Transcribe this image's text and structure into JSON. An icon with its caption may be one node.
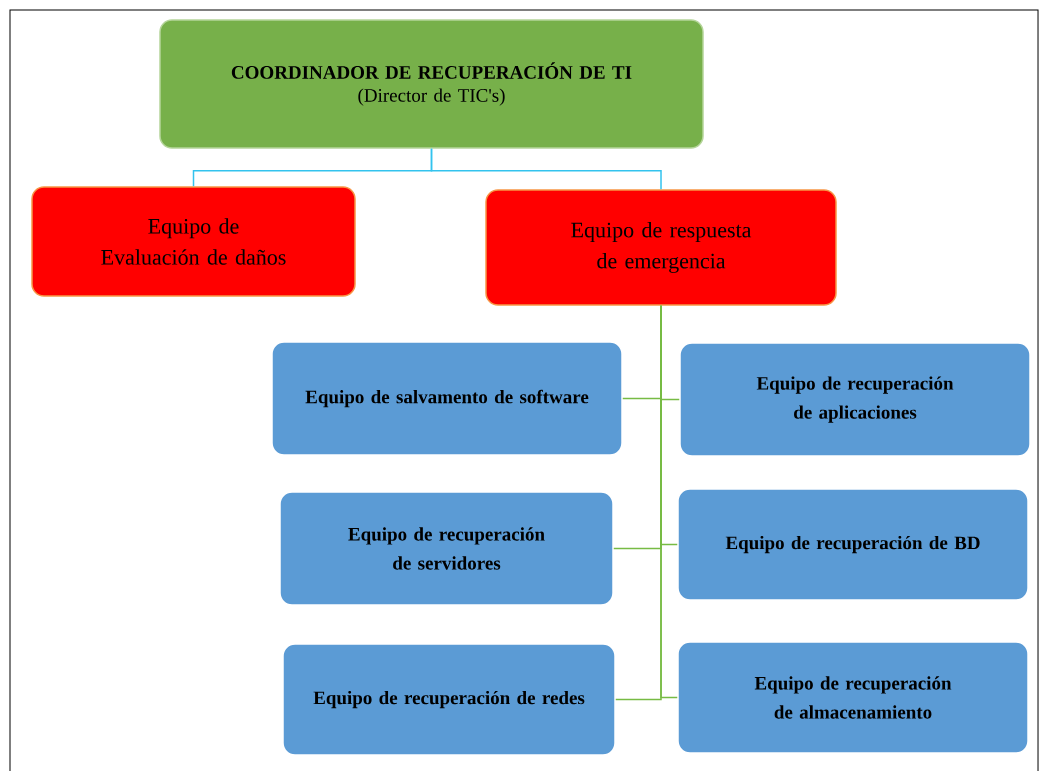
{
  "diagram": {
    "nodes": [
      {
        "text": [
          "COORDINADOR DE RECUPERACIÓN DE TI",
          "(Director de TIC's)"
        ]
      },
      {
        "text": [
          "Equipo de Evaluación de daños"
        ]
      },
      {
        "text": [
          "Equipo de respuesta de emergencia"
        ]
      },
      {
        "text": [
          "Equipo de salvamento de software"
        ]
      },
      {
        "text": [
          "Equipo de recuperación de aplicaciones"
        ]
      },
      {
        "text": [
          "Equipo de recuperación de servidores"
        ]
      },
      {
        "text": [
          "Equipo de recuperación de BD"
        ]
      },
      {
        "text": [
          "Equipo de recuperación de redes"
        ]
      },
      {
        "text": [
          "Equipo de recuperación de almacenamiento"
        ]
      }
    ],
    "edges": [
      {
        "from": 0,
        "to": 1,
        "arrow": "none",
        "color": "#33c3ee"
      },
      {
        "from": 0,
        "to": 2,
        "arrow": "none",
        "color": "#33c3ee"
      },
      {
        "from": 2,
        "to": 3,
        "arrow": "none"
      },
      {
        "from": 2,
        "to": 4,
        "arrow": "none"
      },
      {
        "from": 2,
        "to": 5,
        "arrow": "none"
      },
      {
        "from": 2,
        "to": 6,
        "arrow": "none"
      },
      {
        "from": 2,
        "to": 7,
        "arrow": "none"
      },
      {
        "from": 2,
        "to": 8,
        "arrow": "none"
      }
    ]
  }
}
